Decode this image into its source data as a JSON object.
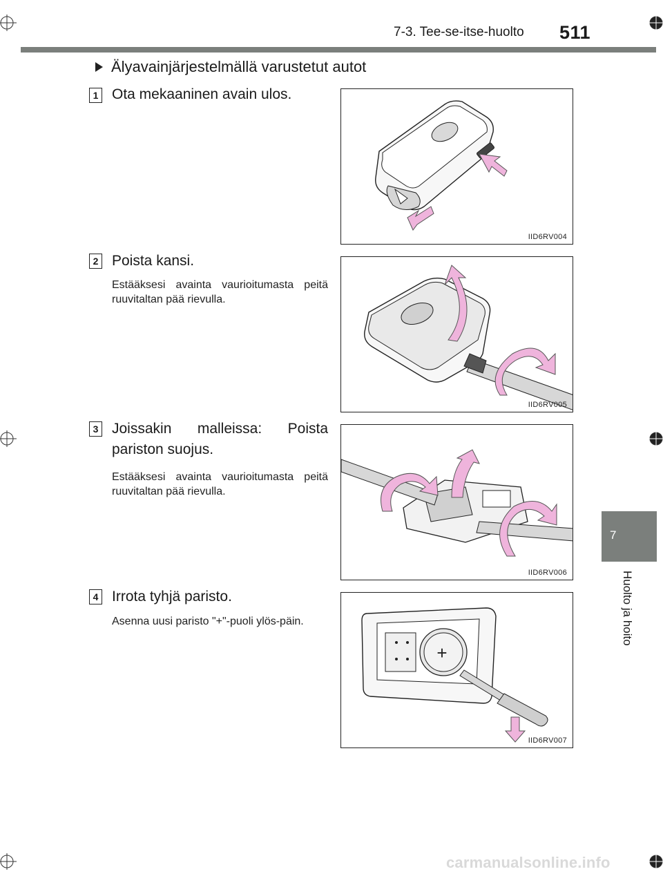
{
  "header": {
    "section_title": "7-3. Tee-se-itse-huolto",
    "page_number": "511"
  },
  "side_tab": {
    "chapter_number": "7",
    "chapter_title": "Huolto ja hoito"
  },
  "section": {
    "heading": "Älyavainjärjestelmällä varustetut autot"
  },
  "steps": [
    {
      "number": "1",
      "title": "Ota mekaaninen avain ulos.",
      "note": "",
      "figure_code": "IID6RV004"
    },
    {
      "number": "2",
      "title": "Poista kansi.",
      "note": "Estääksesi avainta vaurioitumasta peitä ruuvitaltan pää rievulla.",
      "figure_code": "IID6RV005"
    },
    {
      "number": "3",
      "title_line1": "Joissakin malleissa: Poista",
      "title_line2": "pariston suojus.",
      "note": "Estääksesi avainta vaurioitumasta peitä ruuvitaltan pää rievulla.",
      "figure_code": "IID6RV006"
    },
    {
      "number": "4",
      "title": "Irrota tyhjä paristo.",
      "note": "Asenna uusi paristo \"+\"-puoli ylös-päin.",
      "battery_symbol": "+",
      "figure_code": "IID6RV007"
    }
  ],
  "watermark": "carmanualsonline.info",
  "colors": {
    "arrow_pink": "#efb4dc",
    "tab_gray": "#7b7f7c"
  }
}
